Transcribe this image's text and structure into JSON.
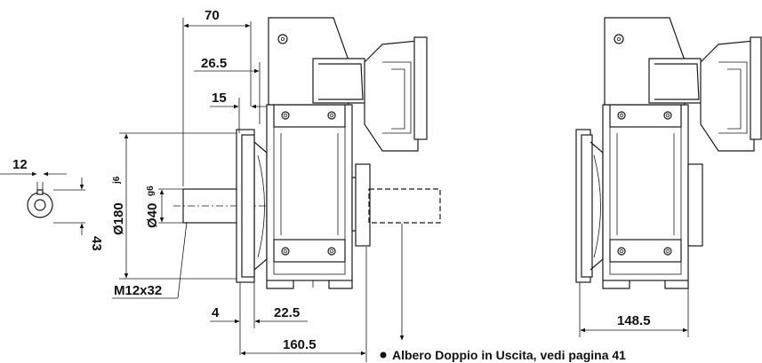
{
  "dimensions": {
    "d70": "70",
    "d26_5": "26.5",
    "d15": "15",
    "d12": "12",
    "d43": "43",
    "d180": "Ø180",
    "d180_tol": "j6",
    "d40": "Ø40",
    "d40_tol": "g6",
    "thread": "M12x32",
    "d4": "4",
    "d22_5": "22.5",
    "d160_5": "160.5",
    "d148_5": "148.5"
  },
  "note": {
    "text": "Albero Doppio in Uscita, vedi pagina 41"
  }
}
